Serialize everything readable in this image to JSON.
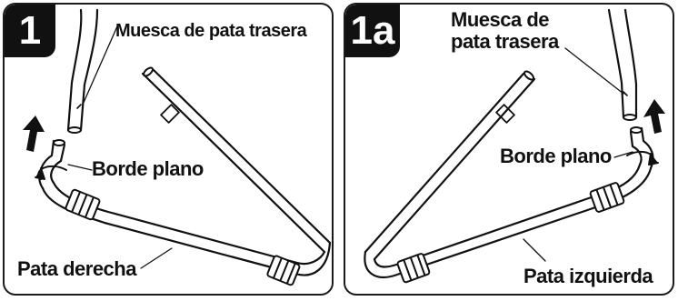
{
  "panels": [
    {
      "step": "1",
      "labels": {
        "notch": "Muesca de pata trasera",
        "flat_edge": "Borde plano",
        "leg": "Pata derecha"
      }
    },
    {
      "step": "1a",
      "labels": {
        "notch_line1": "Muesca de",
        "notch_line2": "pata trasera",
        "flat_edge": "Borde plano",
        "leg": "Pata izquierda"
      }
    }
  ]
}
